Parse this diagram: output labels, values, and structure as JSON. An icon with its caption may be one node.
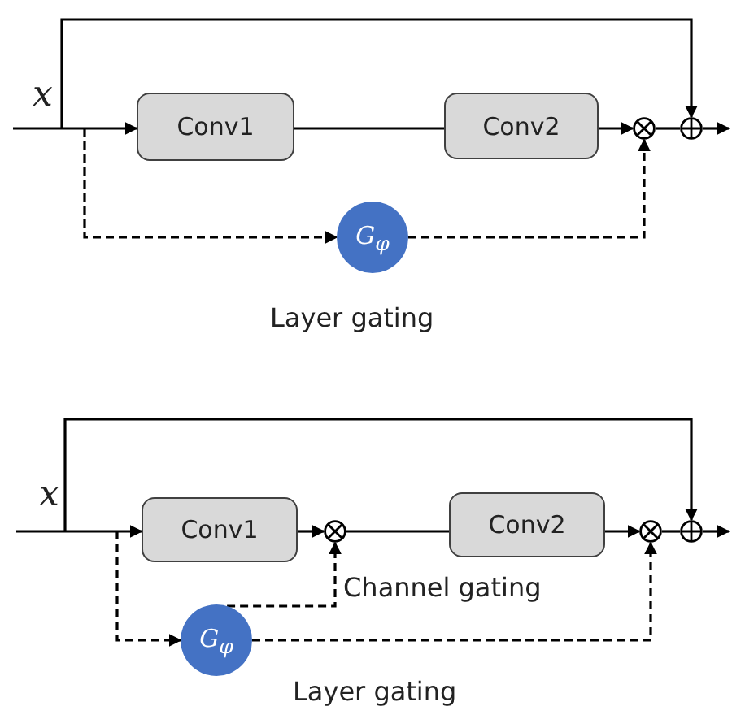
{
  "diagram": {
    "nodes": [
      {
        "text": [
          "Conv1"
        ]
      },
      {
        "text": [
          "Conv2"
        ]
      },
      {
        "text": [],
        "shape": "multiply"
      },
      {
        "text": [],
        "shape": "add"
      },
      {
        "text": [
          "G$_{φ}$"
        ]
      },
      {
        "text": [
          "Conv1"
        ]
      },
      {
        "text": [],
        "shape": "multiply"
      },
      {
        "text": [
          "Conv2"
        ]
      },
      {
        "text": [],
        "shape": "multiply"
      },
      {
        "text": [],
        "shape": "add"
      },
      {
        "text": [
          "G$_{φ}$"
        ]
      }
    ],
    "edges": [
      {
        "from": null,
        "to": 0,
        "arrow": "to"
      },
      {
        "from": 0,
        "to": 1,
        "arrow": "none"
      },
      {
        "from": 1,
        "to": 2,
        "arrow": "to"
      },
      {
        "from": 2,
        "to": 3,
        "arrow": "none"
      },
      {
        "from": 3,
        "to": null,
        "arrow": "to"
      },
      {
        "from": null,
        "to": 3,
        "arrow": "to"
      },
      {
        "from": null,
        "to": 4,
        "arrow": "to",
        "style": "dashed"
      },
      {
        "from": 4,
        "to": 2,
        "arrow": "to",
        "style": "dashed"
      },
      {
        "from": null,
        "to": 5,
        "arrow": "to"
      },
      {
        "from": 5,
        "to": 6,
        "arrow": "to"
      },
      {
        "from": 6,
        "to": 7,
        "arrow": "none"
      },
      {
        "from": 7,
        "to": 8,
        "arrow": "to"
      },
      {
        "from": 8,
        "to": 9,
        "arrow": "none"
      },
      {
        "from": 9,
        "to": null,
        "arrow": "to"
      },
      {
        "from": null,
        "to": 9,
        "arrow": "to"
      },
      {
        "from": null,
        "to": 10,
        "arrow": "to",
        "style": "dashed"
      },
      {
        "from": 10,
        "to": 6,
        "arrow": "to",
        "style": "dashed"
      },
      {
        "from": 10,
        "to": 8,
        "arrow": "to",
        "style": "dashed"
      }
    ],
    "labels": [
      "x",
      "Layer gating",
      "x",
      "Channel gating",
      "Layer gating"
    ]
  }
}
